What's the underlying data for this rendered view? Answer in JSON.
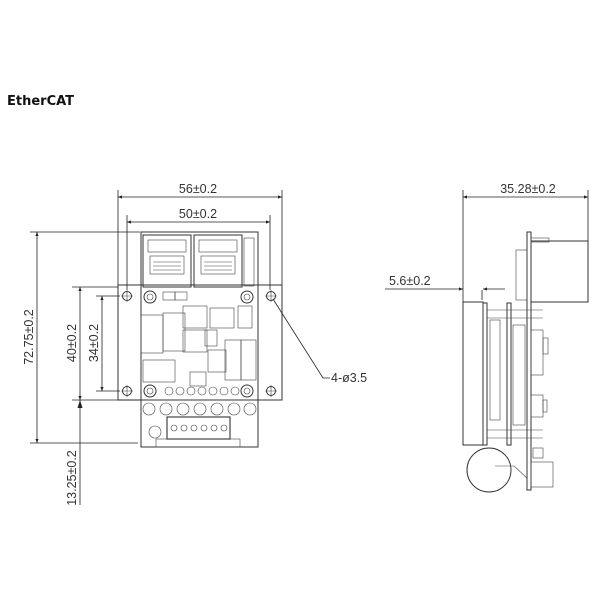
{
  "title": "EtherCAT",
  "front_view": {
    "dim_width_outer": "56±0.2",
    "dim_width_holes": "50±0.2",
    "dim_height_total": "72.75±0.2",
    "dim_height_flange": "40±0.2",
    "dim_height_holes": "34±0.2",
    "dim_bottom_offset": "13.25±0.2",
    "hole_callout": "4-ø3.5"
  },
  "side_view": {
    "dim_depth": "35.28±0.2",
    "dim_offset": "5.6±0.2"
  }
}
